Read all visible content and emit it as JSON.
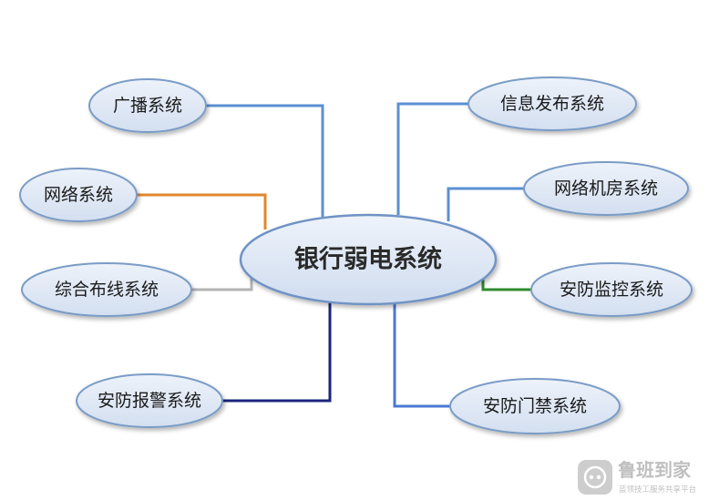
{
  "diagram": {
    "center": {
      "label": "银行弱电系统"
    },
    "nodes": {
      "broadcast": {
        "label": "广播系统",
        "line_color": "#5b8fd3"
      },
      "network": {
        "label": "网络系统",
        "line_color": "#e0872c"
      },
      "cabling": {
        "label": "综合布线系统",
        "line_color": "#b3b3b3"
      },
      "alarm": {
        "label": "安防报警系统",
        "line_color": "#1a237e"
      },
      "info_release": {
        "label": "信息发布系统",
        "line_color": "#5b8fd3"
      },
      "server_room": {
        "label": "网络机房系统",
        "line_color": "#5b8fd3"
      },
      "cctv": {
        "label": "安防监控系统",
        "line_color": "#2e8b2e"
      },
      "access_control": {
        "label": "安防门禁系统",
        "line_color": "#4a78d6"
      }
    },
    "node_fill": "#dfe8f5",
    "node_stroke": "#7a9cc6"
  },
  "watermark": {
    "brand": "鲁班到家",
    "tagline": "蓝领技工服务共享平台"
  }
}
